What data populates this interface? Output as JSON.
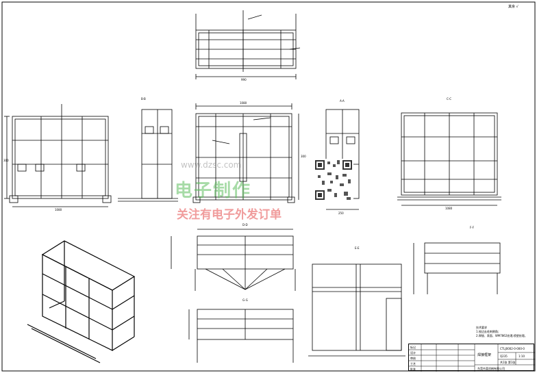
{
  "drawing": {
    "roughness_label": "其余",
    "view_labels": {
      "bb": "B-B",
      "aa": "A-A",
      "cc": "C-C",
      "dd": "D-D",
      "ee": "E-E",
      "ff": "F-F",
      "gg": "G-G"
    },
    "dimensions": {
      "top_width": "990",
      "front_width": "1080",
      "front_height": "300",
      "center_width": "1080",
      "center_height": "300",
      "side_width": "250",
      "right_width": "1080"
    },
    "notes": {
      "title": "技术要求",
      "line1": "1.锐边去毛刺倒角;",
      "line2": "2.焊接、表面、WM7862处理,喷塑处理。"
    }
  },
  "watermark": {
    "url_text": "www.dzsc.com",
    "main_text": "电子制作",
    "sub_text": "关注有电子外发订单"
  },
  "title_block": {
    "drawing_number": "CTLJ0002-0-000-0",
    "part_name": "焊接框架",
    "material": "Q235",
    "scale": "1:10",
    "sheet": "共1张 第1张",
    "company": "东莞市某机械有限公司",
    "rows": [
      "标记",
      "设计",
      "审核",
      "工艺",
      "批准"
    ]
  }
}
